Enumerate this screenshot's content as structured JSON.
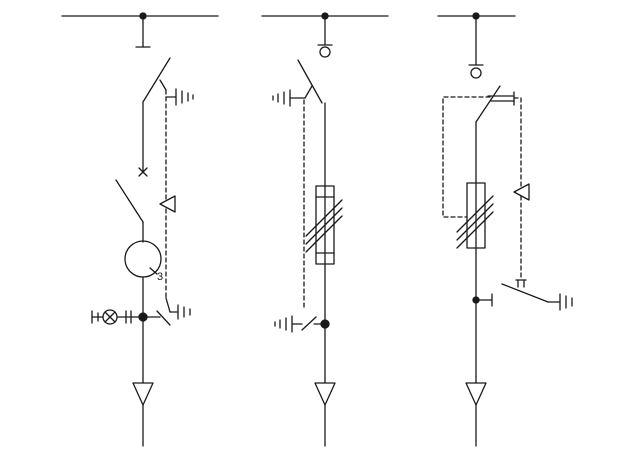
{
  "diagram": {
    "colors": {
      "stroke": "#1a1a1a",
      "background": "#ffffff"
    },
    "units": [
      {
        "name": "unit-left",
        "parts": [
          "busbar",
          "earth-switch",
          "disconnector",
          "trip-link-dashed",
          "circuit-breaker",
          "current-transformer",
          "voltage-indicator",
          "earthing-switch",
          "cable-termination"
        ],
        "ct_label": "3"
      },
      {
        "name": "unit-middle",
        "parts": [
          "busbar",
          "isolator-plug",
          "load-break-switch",
          "fuse",
          "earthing-switch",
          "cable-termination"
        ]
      },
      {
        "name": "unit-right",
        "parts": [
          "busbar",
          "isolator-plug",
          "switch-fuse-combination",
          "fuse",
          "earthing-switch",
          "cable-termination"
        ]
      }
    ]
  }
}
